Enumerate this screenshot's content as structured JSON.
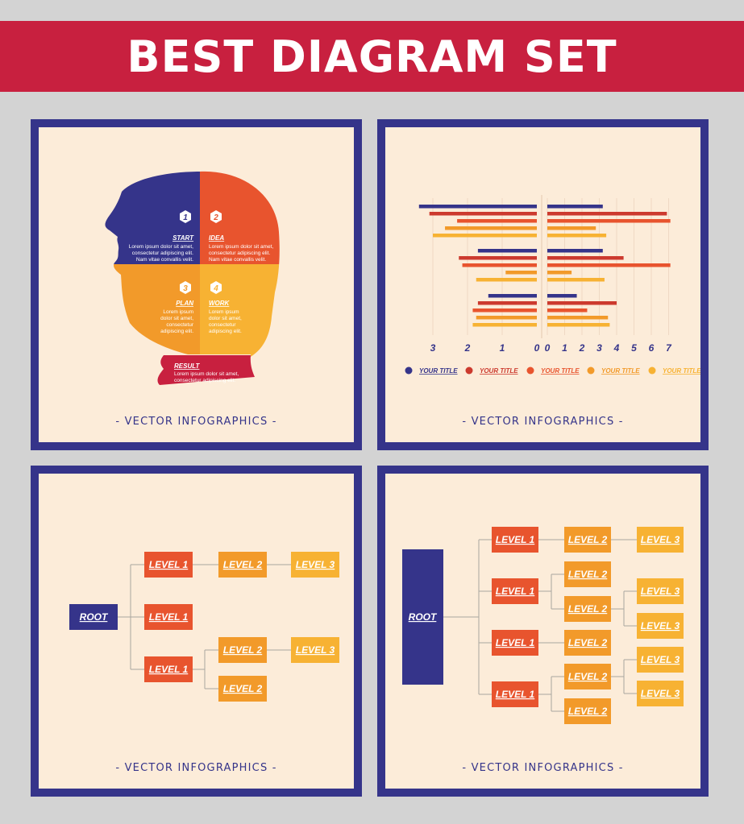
{
  "banner": {
    "title": "BEST DIAGRAM SET"
  },
  "colors": {
    "navy": "#35348a",
    "crimson": "#c8203f",
    "red": "#cc3a2e",
    "orange_red": "#e8542e",
    "orange": "#f29a2a",
    "amber": "#f7b233",
    "cream": "#fcecd9"
  },
  "panels": {
    "head": {
      "footer": "- VECTOR INFOGRAPHICS -",
      "segments": [
        {
          "num": "1",
          "title": "START",
          "lines": [
            "Lorem ipsum dolor sit amet,",
            "consectetur adipiscing elit.",
            "Nam vitae convallis velit."
          ]
        },
        {
          "num": "2",
          "title": "IDEA",
          "lines": [
            "Lorem ipsum dolor sit amet,",
            "consectetur adipiscing elit.",
            "Nam vitae convallis velit."
          ]
        },
        {
          "num": "3",
          "title": "PLAN",
          "lines": [
            "Lorem ipsum",
            "dolor sit amet,",
            "consectetur",
            "adipiscing elit."
          ]
        },
        {
          "num": "4",
          "title": "WORK",
          "lines": [
            "Lorem ipsum",
            "dolor sit amet,",
            "consectetur",
            "adipiscing elit."
          ]
        }
      ],
      "result": {
        "title": "RESULT",
        "lines": [
          "Lorem ipsum dolor sit amet,",
          "consectetur adipiscing elit."
        ]
      }
    },
    "bars": {
      "footer": "- VECTOR INFOGRAPHICS -",
      "left_ticks": [
        "3",
        "2",
        "1",
        "0"
      ],
      "right_ticks": [
        "0",
        "1",
        "2",
        "3",
        "4",
        "5",
        "6",
        "7"
      ],
      "legend": [
        "YOUR TITLE",
        "YOUR TITLE",
        "YOUR TITLE",
        "YOUR TITLE",
        "YOUR TITLE"
      ],
      "series_colors": [
        "#35348a",
        "#cc3a2e",
        "#e8542e",
        "#f29a2a",
        "#f7b233"
      ],
      "chart_data": {
        "type": "bar",
        "groups": [
          {
            "left": [
              3.4,
              3.1,
              2.3,
              2.65,
              3.0
            ],
            "right": [
              3.2,
              6.9,
              7.1,
              2.8,
              3.4
            ]
          },
          {
            "left": [
              1.7,
              2.25,
              2.15,
              0.9,
              1.75
            ],
            "right": [
              3.2,
              4.4,
              7.1,
              1.4,
              3.3
            ]
          },
          {
            "left": [
              1.4,
              1.7,
              1.85,
              1.75,
              1.85
            ],
            "right": [
              1.7,
              4.0,
              2.3,
              3.5,
              3.6
            ]
          }
        ]
      }
    },
    "tree_small": {
      "footer": "- VECTOR INFOGRAPHICS -",
      "root": "ROOT",
      "l1": [
        "LEVEL 1",
        "LEVEL 1",
        "LEVEL 1"
      ],
      "l2": [
        "LEVEL 2",
        "LEVEL 2",
        "LEVEL 2"
      ],
      "l3": [
        "LEVEL 3",
        "LEVEL 3"
      ]
    },
    "tree_large": {
      "footer": "- VECTOR INFOGRAPHICS -",
      "root": "ROOT",
      "l1": [
        "LEVEL 1",
        "LEVEL 1",
        "LEVEL 1",
        "LEVEL 1"
      ],
      "l2": [
        "LEVEL 2",
        "LEVEL 2",
        "LEVEL 2",
        "LEVEL 2",
        "LEVEL 2",
        "LEVEL 2"
      ],
      "l3": [
        "LEVEL 3",
        "LEVEL 3",
        "LEVEL 3",
        "LEVEL 3",
        "LEVEL 3"
      ]
    }
  }
}
